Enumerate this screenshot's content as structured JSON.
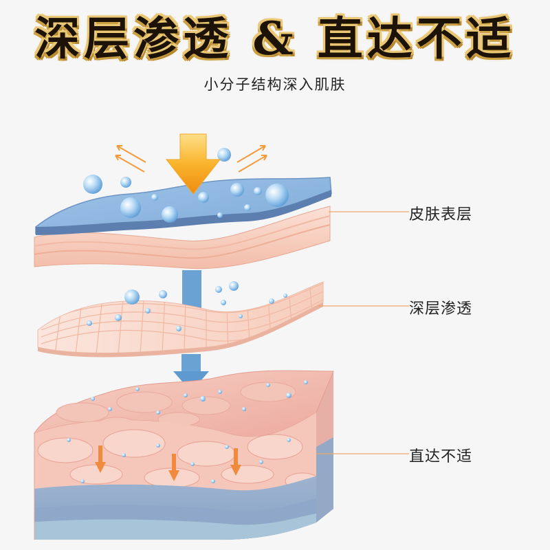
{
  "headline": "深层渗透 & 直达不适",
  "subtitle": "小分子结构深入肌肤",
  "labels": {
    "surface": "皮肤表层",
    "deep": "深层渗透",
    "direct": "直达不适"
  },
  "colors": {
    "accent_orange": "#f7a21b",
    "arrow_blue": "#5e9ad0",
    "leader_line": "#f0a66e",
    "skin_pink": "#f6c8b6",
    "gold_outline": "#d9b15a"
  },
  "icons": [
    "down-arrow-icon",
    "sparkle-arrow-icon",
    "molecule-bubble-icon"
  ]
}
